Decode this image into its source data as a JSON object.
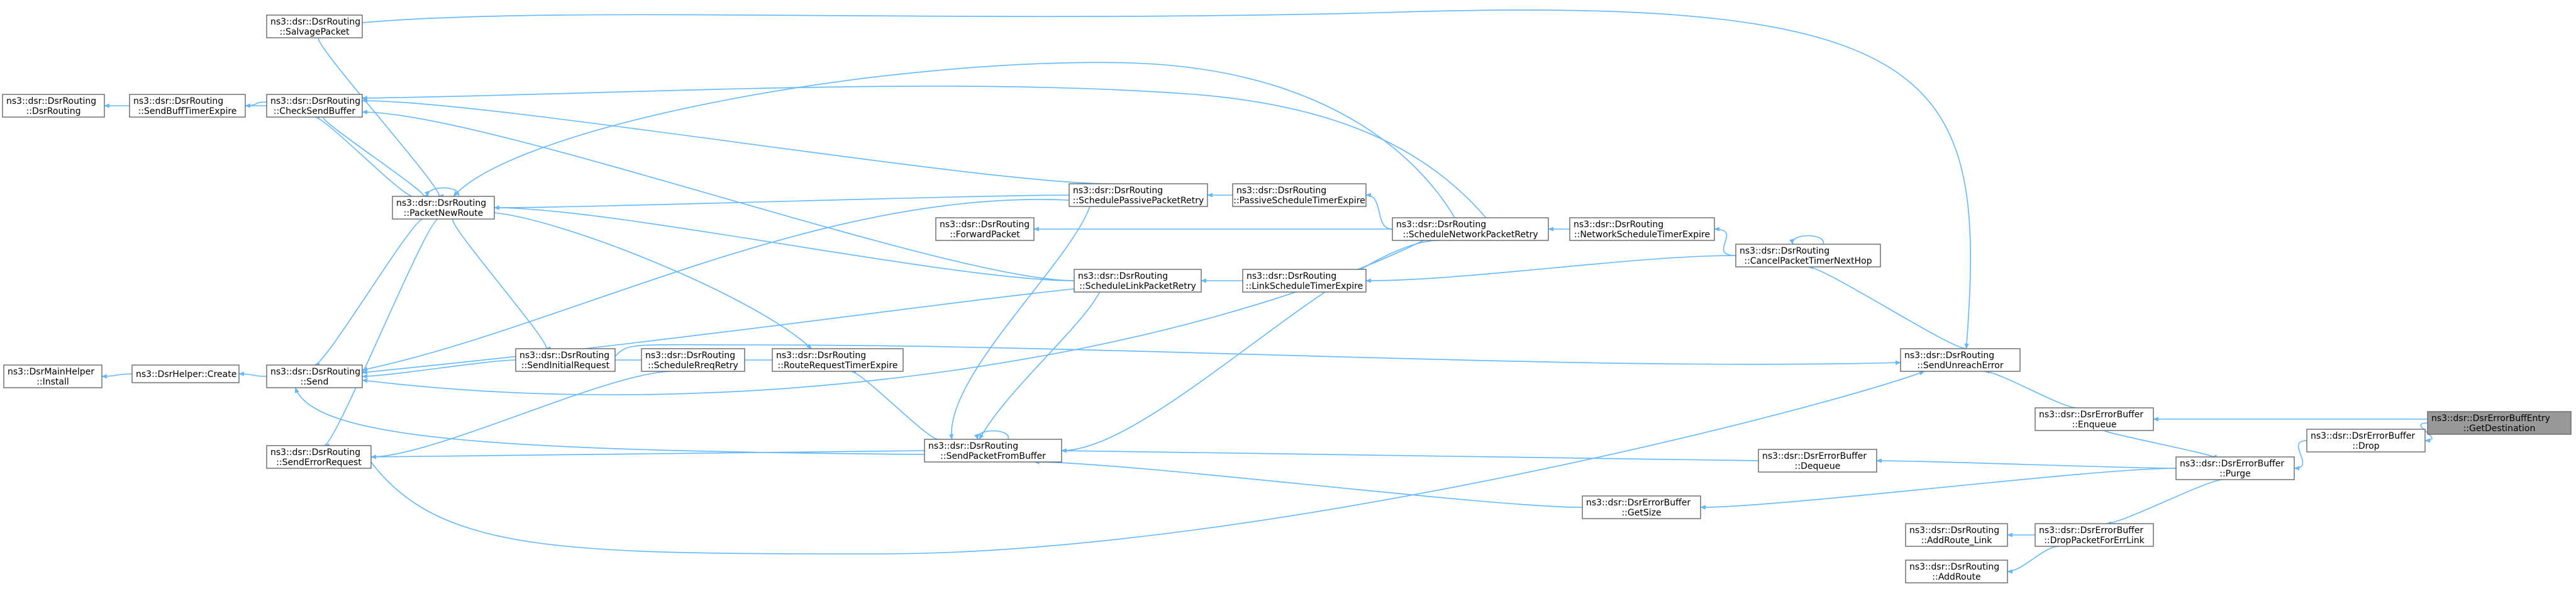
{
  "nodes": [
    {
      "id": "getdest",
      "lines": [
        "ns3::dsr::DsrErrorBuffEntry",
        "::GetDestination"
      ],
      "highlight": true
    },
    {
      "id": "drop",
      "lines": [
        "ns3::dsr::DsrErrorBuffer",
        "::Drop"
      ]
    },
    {
      "id": "enqueue",
      "lines": [
        "ns3::dsr::DsrErrorBuffer",
        "::Enqueue"
      ]
    },
    {
      "id": "purge",
      "lines": [
        "ns3::dsr::DsrErrorBuffer",
        "::Purge"
      ]
    },
    {
      "id": "dequeue",
      "lines": [
        "ns3::dsr::DsrErrorBuffer",
        "::Dequeue"
      ]
    },
    {
      "id": "getsize",
      "lines": [
        "ns3::dsr::DsrErrorBuffer",
        "::GetSize"
      ]
    },
    {
      "id": "droppacket",
      "lines": [
        "ns3::dsr::DsrErrorBuffer",
        "::DropPacketForErrLink"
      ]
    },
    {
      "id": "addroutelink",
      "lines": [
        "ns3::dsr::DsrRouting",
        "::AddRoute_Link"
      ]
    },
    {
      "id": "addroute",
      "lines": [
        "ns3::dsr::DsrRouting",
        "::AddRoute"
      ]
    },
    {
      "id": "sendunreach",
      "lines": [
        "ns3::dsr::DsrRouting",
        "::SendUnreachError"
      ]
    },
    {
      "id": "cancelpacket",
      "lines": [
        "ns3::dsr::DsrRouting",
        "::CancelPacketTimerNextHop"
      ]
    },
    {
      "id": "networktimer",
      "lines": [
        "ns3::dsr::DsrRouting",
        "::NetworkScheduleTimerExpire"
      ]
    },
    {
      "id": "schednetwork",
      "lines": [
        "ns3::dsr::DsrRouting",
        "::ScheduleNetworkPacketRetry"
      ]
    },
    {
      "id": "passivetimer",
      "lines": [
        "ns3::dsr::DsrRouting",
        "::PassiveScheduleTimerExpire"
      ]
    },
    {
      "id": "schedpassive",
      "lines": [
        "ns3::dsr::DsrRouting",
        "::SchedulePassivePacketRetry"
      ]
    },
    {
      "id": "linktimer",
      "lines": [
        "ns3::dsr::DsrRouting",
        "::LinkScheduleTimerExpire"
      ]
    },
    {
      "id": "schedlink",
      "lines": [
        "ns3::dsr::DsrRouting",
        "::ScheduleLinkPacketRetry"
      ]
    },
    {
      "id": "forward",
      "lines": [
        "ns3::dsr::DsrRouting",
        "::ForwardPacket"
      ]
    },
    {
      "id": "routereq",
      "lines": [
        "ns3::dsr::DsrRouting",
        "::RouteRequestTimerExpire"
      ]
    },
    {
      "id": "schedreq",
      "lines": [
        "ns3::dsr::DsrRouting",
        "::ScheduleRreqRetry"
      ]
    },
    {
      "id": "sendinitial",
      "lines": [
        "ns3::dsr::DsrRouting",
        "::SendInitialRequest"
      ]
    },
    {
      "id": "sendfrombuf",
      "lines": [
        "ns3::dsr::DsrRouting",
        "::SendPacketFromBuffer"
      ]
    },
    {
      "id": "packetnew",
      "lines": [
        "ns3::dsr::DsrRouting",
        "::PacketNewRoute"
      ]
    },
    {
      "id": "salvage",
      "lines": [
        "ns3::dsr::DsrRouting",
        "::SalvagePacket"
      ]
    },
    {
      "id": "checksend",
      "lines": [
        "ns3::dsr::DsrRouting",
        "::CheckSendBuffer"
      ]
    },
    {
      "id": "sendbufftimer",
      "lines": [
        "ns3::dsr::DsrRouting",
        "::SendBuffTimerExpire"
      ]
    },
    {
      "id": "dsrrouting",
      "lines": [
        "ns3::dsr::DsrRouting",
        "::DsrRouting"
      ]
    },
    {
      "id": "send",
      "lines": [
        "ns3::dsr::DsrRouting",
        "::Send"
      ]
    },
    {
      "id": "senderror",
      "lines": [
        "ns3::dsr::DsrRouting",
        "::SendErrorRequest"
      ]
    },
    {
      "id": "create",
      "lines": [
        "ns3::DsrHelper::Create"
      ]
    },
    {
      "id": "install",
      "lines": [
        "ns3::DsrMainHelper",
        "::Install"
      ]
    }
  ],
  "edges": [
    {
      "from": "drop",
      "to": "getdest"
    },
    {
      "from": "enqueue",
      "to": "getdest"
    },
    {
      "from": "purge",
      "to": "drop"
    },
    {
      "from": "purge",
      "to": "enqueue"
    },
    {
      "from": "sendunreach",
      "to": "enqueue"
    },
    {
      "from": "dequeue",
      "to": "purge"
    },
    {
      "from": "getsize",
      "to": "purge"
    },
    {
      "from": "droppacket",
      "to": "purge"
    },
    {
      "from": "addroutelink",
      "to": "droppacket"
    },
    {
      "from": "addroute",
      "to": "droppacket"
    },
    {
      "from": "cancelpacket",
      "to": "sendunreach"
    },
    {
      "from": "cancelpacket",
      "to": "cancelpacket"
    },
    {
      "from": "networktimer",
      "to": "cancelpacket"
    },
    {
      "from": "linktimer",
      "to": "cancelpacket"
    },
    {
      "from": "schednetwork",
      "to": "networktimer"
    },
    {
      "from": "passivetimer",
      "to": "schednetwork"
    },
    {
      "from": "schedpassive",
      "to": "passivetimer"
    },
    {
      "from": "schedlink",
      "to": "linktimer"
    },
    {
      "from": "forward",
      "to": "schednetwork"
    },
    {
      "from": "sendfrombuf",
      "to": "schednetwork"
    },
    {
      "from": "sendfrombuf",
      "to": "schedpassive"
    },
    {
      "from": "sendfrombuf",
      "to": "schedlink"
    },
    {
      "from": "sendfrombuf",
      "to": "sendfrombuf"
    },
    {
      "from": "sendfrombuf",
      "to": "dequeue"
    },
    {
      "from": "sendfrombuf",
      "to": "getsize"
    },
    {
      "from": "routereq",
      "to": "schedreq"
    },
    {
      "from": "routereq",
      "to": "packetnew"
    },
    {
      "from": "routereq",
      "to": "sendfrombuf"
    },
    {
      "from": "schedreq",
      "to": "sendinitial"
    },
    {
      "from": "sendinitial",
      "to": "packetnew"
    },
    {
      "from": "sendunreach",
      "to": "sendinitial"
    },
    {
      "from": "sendunreach",
      "to": "salvage"
    },
    {
      "from": "send",
      "to": "sendinitial"
    },
    {
      "from": "send",
      "to": "packetnew"
    },
    {
      "from": "send",
      "to": "schedlink"
    },
    {
      "from": "send",
      "to": "schedpassive"
    },
    {
      "from": "send",
      "to": "schednetwork"
    },
    {
      "from": "send",
      "to": "sendfrombuf"
    },
    {
      "from": "senderror",
      "to": "packetnew"
    },
    {
      "from": "senderror",
      "to": "schedreq"
    },
    {
      "from": "senderror",
      "to": "sendfrombuf"
    },
    {
      "from": "sendunreach",
      "to": "senderror"
    },
    {
      "from": "packetnew",
      "to": "packetnew"
    },
    {
      "from": "packetnew",
      "to": "salvage"
    },
    {
      "from": "packetnew",
      "to": "checksend"
    },
    {
      "from": "packetnew",
      "to": "schedlink"
    },
    {
      "from": "packetnew",
      "to": "schedpassive"
    },
    {
      "from": "packetnew",
      "to": "schednetwork"
    },
    {
      "from": "checksend",
      "to": "sendbufftimer"
    },
    {
      "from": "checksend",
      "to": "schedpassive"
    },
    {
      "from": "checksend",
      "to": "schednetwork"
    },
    {
      "from": "checksend",
      "to": "schedlink"
    },
    {
      "from": "checksend",
      "to": "packetnew"
    },
    {
      "from": "sendbufftimer",
      "to": "checksend"
    },
    {
      "from": "dsrrouting",
      "to": "sendbufftimer"
    },
    {
      "from": "create",
      "to": "send"
    },
    {
      "from": "install",
      "to": "create"
    }
  ]
}
